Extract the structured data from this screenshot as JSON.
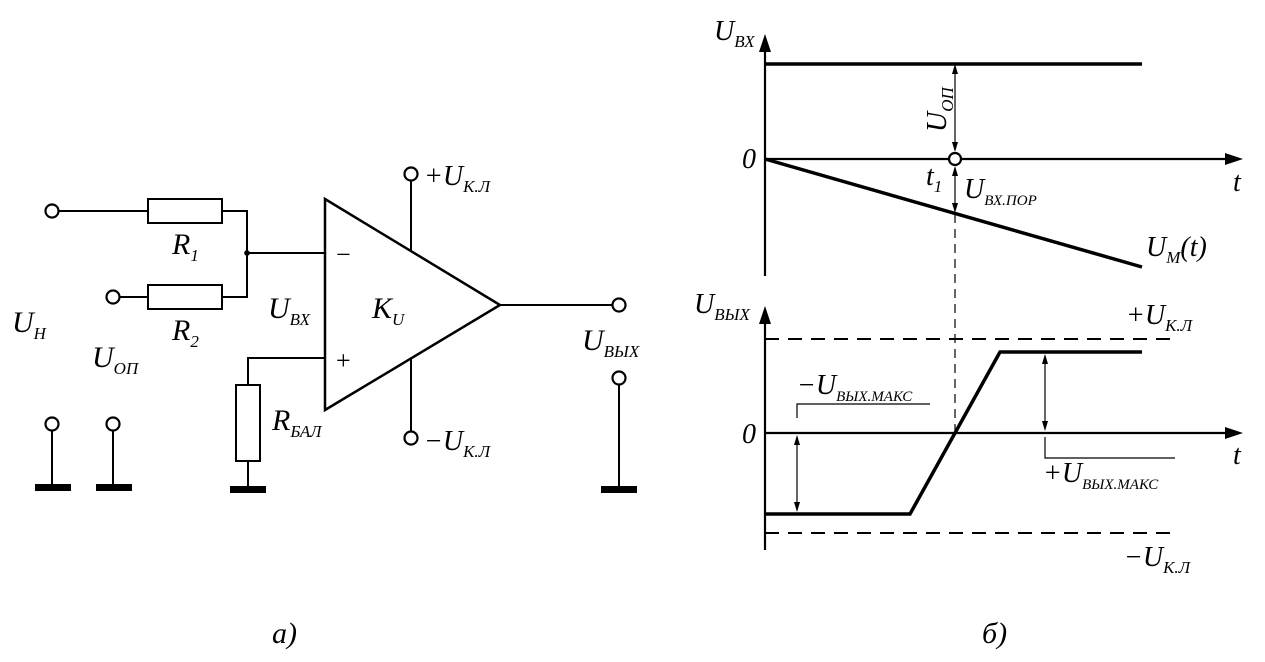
{
  "circuit": {
    "u_h": {
      "main": "U",
      "sub": "Н"
    },
    "u_op": {
      "main": "U",
      "sub": "ОП"
    },
    "r1": {
      "main": "R",
      "sub": "1"
    },
    "r2": {
      "main": "R",
      "sub": "2"
    },
    "u_vx": {
      "main": "U",
      "sub": "ВХ"
    },
    "k_u": {
      "main": "K",
      "sub": "U"
    },
    "r_bal": {
      "main": "R",
      "sub": "БАЛ"
    },
    "plus_ukl": {
      "main": "+U",
      "sub": "К.Л"
    },
    "minus_ukl": {
      "main": "−U",
      "sub": "К.Л"
    },
    "u_vyx": {
      "main": "U",
      "sub": "ВЫХ"
    },
    "inv_sign": "−",
    "noninv_sign": "+",
    "caption": "а)"
  },
  "graph_top": {
    "y_label": {
      "main": "U",
      "sub": "ВХ"
    },
    "zero": "0",
    "t_label": "t",
    "t1": {
      "main": "t",
      "sub": "1"
    },
    "u_op": {
      "main": "U",
      "sub": "ОП"
    },
    "u_threshold": {
      "main": "U",
      "sub": "ВХ.ПОР"
    },
    "u_m": {
      "main": "U",
      "sub": "М",
      "tail": "(t)"
    }
  },
  "graph_bottom": {
    "y_label": {
      "main": "U",
      "sub": "ВЫХ"
    },
    "zero": "0",
    "t_label": "t",
    "plus_ukl": {
      "main": "+U",
      "sub": "К.Л"
    },
    "minus_ukl": {
      "main": "−U",
      "sub": "К.Л"
    },
    "minus_uvyx_max": {
      "main": "−U",
      "sub": "ВЫХ.МАКС"
    },
    "plus_uvyx_max": {
      "main": "+U",
      "sub": "ВЫХ.МАКС"
    }
  },
  "caption_b": "б)"
}
